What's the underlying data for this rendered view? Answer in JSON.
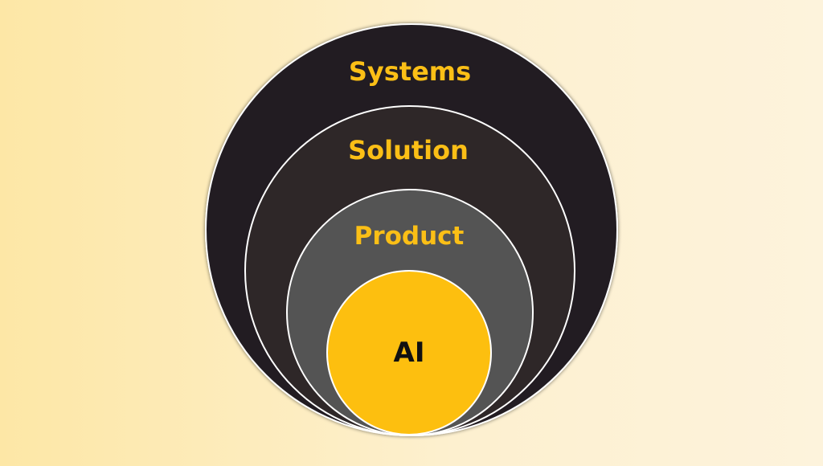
{
  "diagram": {
    "type": "nested-circles",
    "layers": [
      {
        "key": "systems",
        "label": "Systems",
        "fill": "#231f20",
        "text_color": "#fbbf16"
      },
      {
        "key": "solution",
        "label": "Solution",
        "fill": "#2e2728",
        "text_color": "#fbbf16"
      },
      {
        "key": "product",
        "label": "Product",
        "fill": "#545454",
        "text_color": "#fbbf16"
      },
      {
        "key": "ai",
        "label": "AI",
        "fill": "#fdbf0f",
        "text_color": "#111111"
      }
    ],
    "border_color": "#ffffff"
  }
}
